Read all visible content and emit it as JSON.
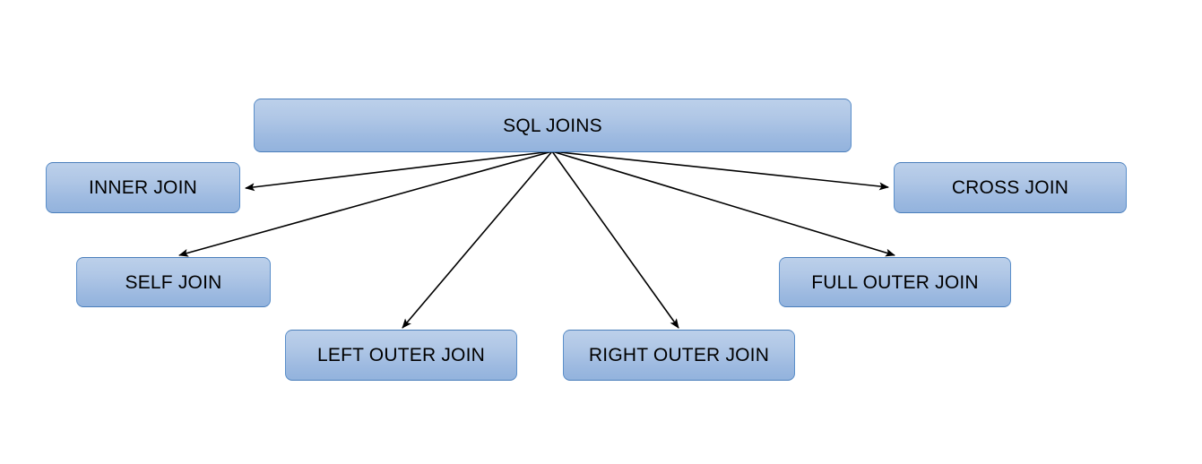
{
  "diagram": {
    "type": "hierarchy-tree",
    "title": "SQL JOINS",
    "root": {
      "id": "root",
      "label": "SQL JOINS"
    },
    "children": [
      {
        "id": "inner",
        "label": "INNER JOIN"
      },
      {
        "id": "self",
        "label": "SELF JOIN"
      },
      {
        "id": "leftouter",
        "label": "LEFT OUTER JOIN"
      },
      {
        "id": "rightouter",
        "label": "RIGHT OUTER JOIN"
      },
      {
        "id": "fullouter",
        "label": "FULL OUTER JOIN"
      },
      {
        "id": "cross",
        "label": "CROSS JOIN"
      }
    ],
    "connectors": [
      {
        "id": "root-to-inner",
        "from": "root",
        "to": "inner",
        "arrow": "arrow-icon"
      },
      {
        "id": "root-to-self",
        "from": "root",
        "to": "self",
        "arrow": "arrow-icon"
      },
      {
        "id": "root-to-leftouter",
        "from": "root",
        "to": "leftouter",
        "arrow": "arrow-icon"
      },
      {
        "id": "root-to-rightouter",
        "from": "root",
        "to": "rightouter",
        "arrow": "arrow-icon"
      },
      {
        "id": "root-to-fullouter",
        "from": "root",
        "to": "fullouter",
        "arrow": "arrow-icon"
      },
      {
        "id": "root-to-cross",
        "from": "root",
        "to": "cross",
        "arrow": "arrow-icon"
      }
    ],
    "colors": {
      "background": "#ffffff",
      "node_fill_top": "#bcd0ea",
      "node_fill_bottom": "#93b3dd",
      "node_border": "#4a7ebb",
      "text": "#000000",
      "connector": "#000000"
    }
  }
}
